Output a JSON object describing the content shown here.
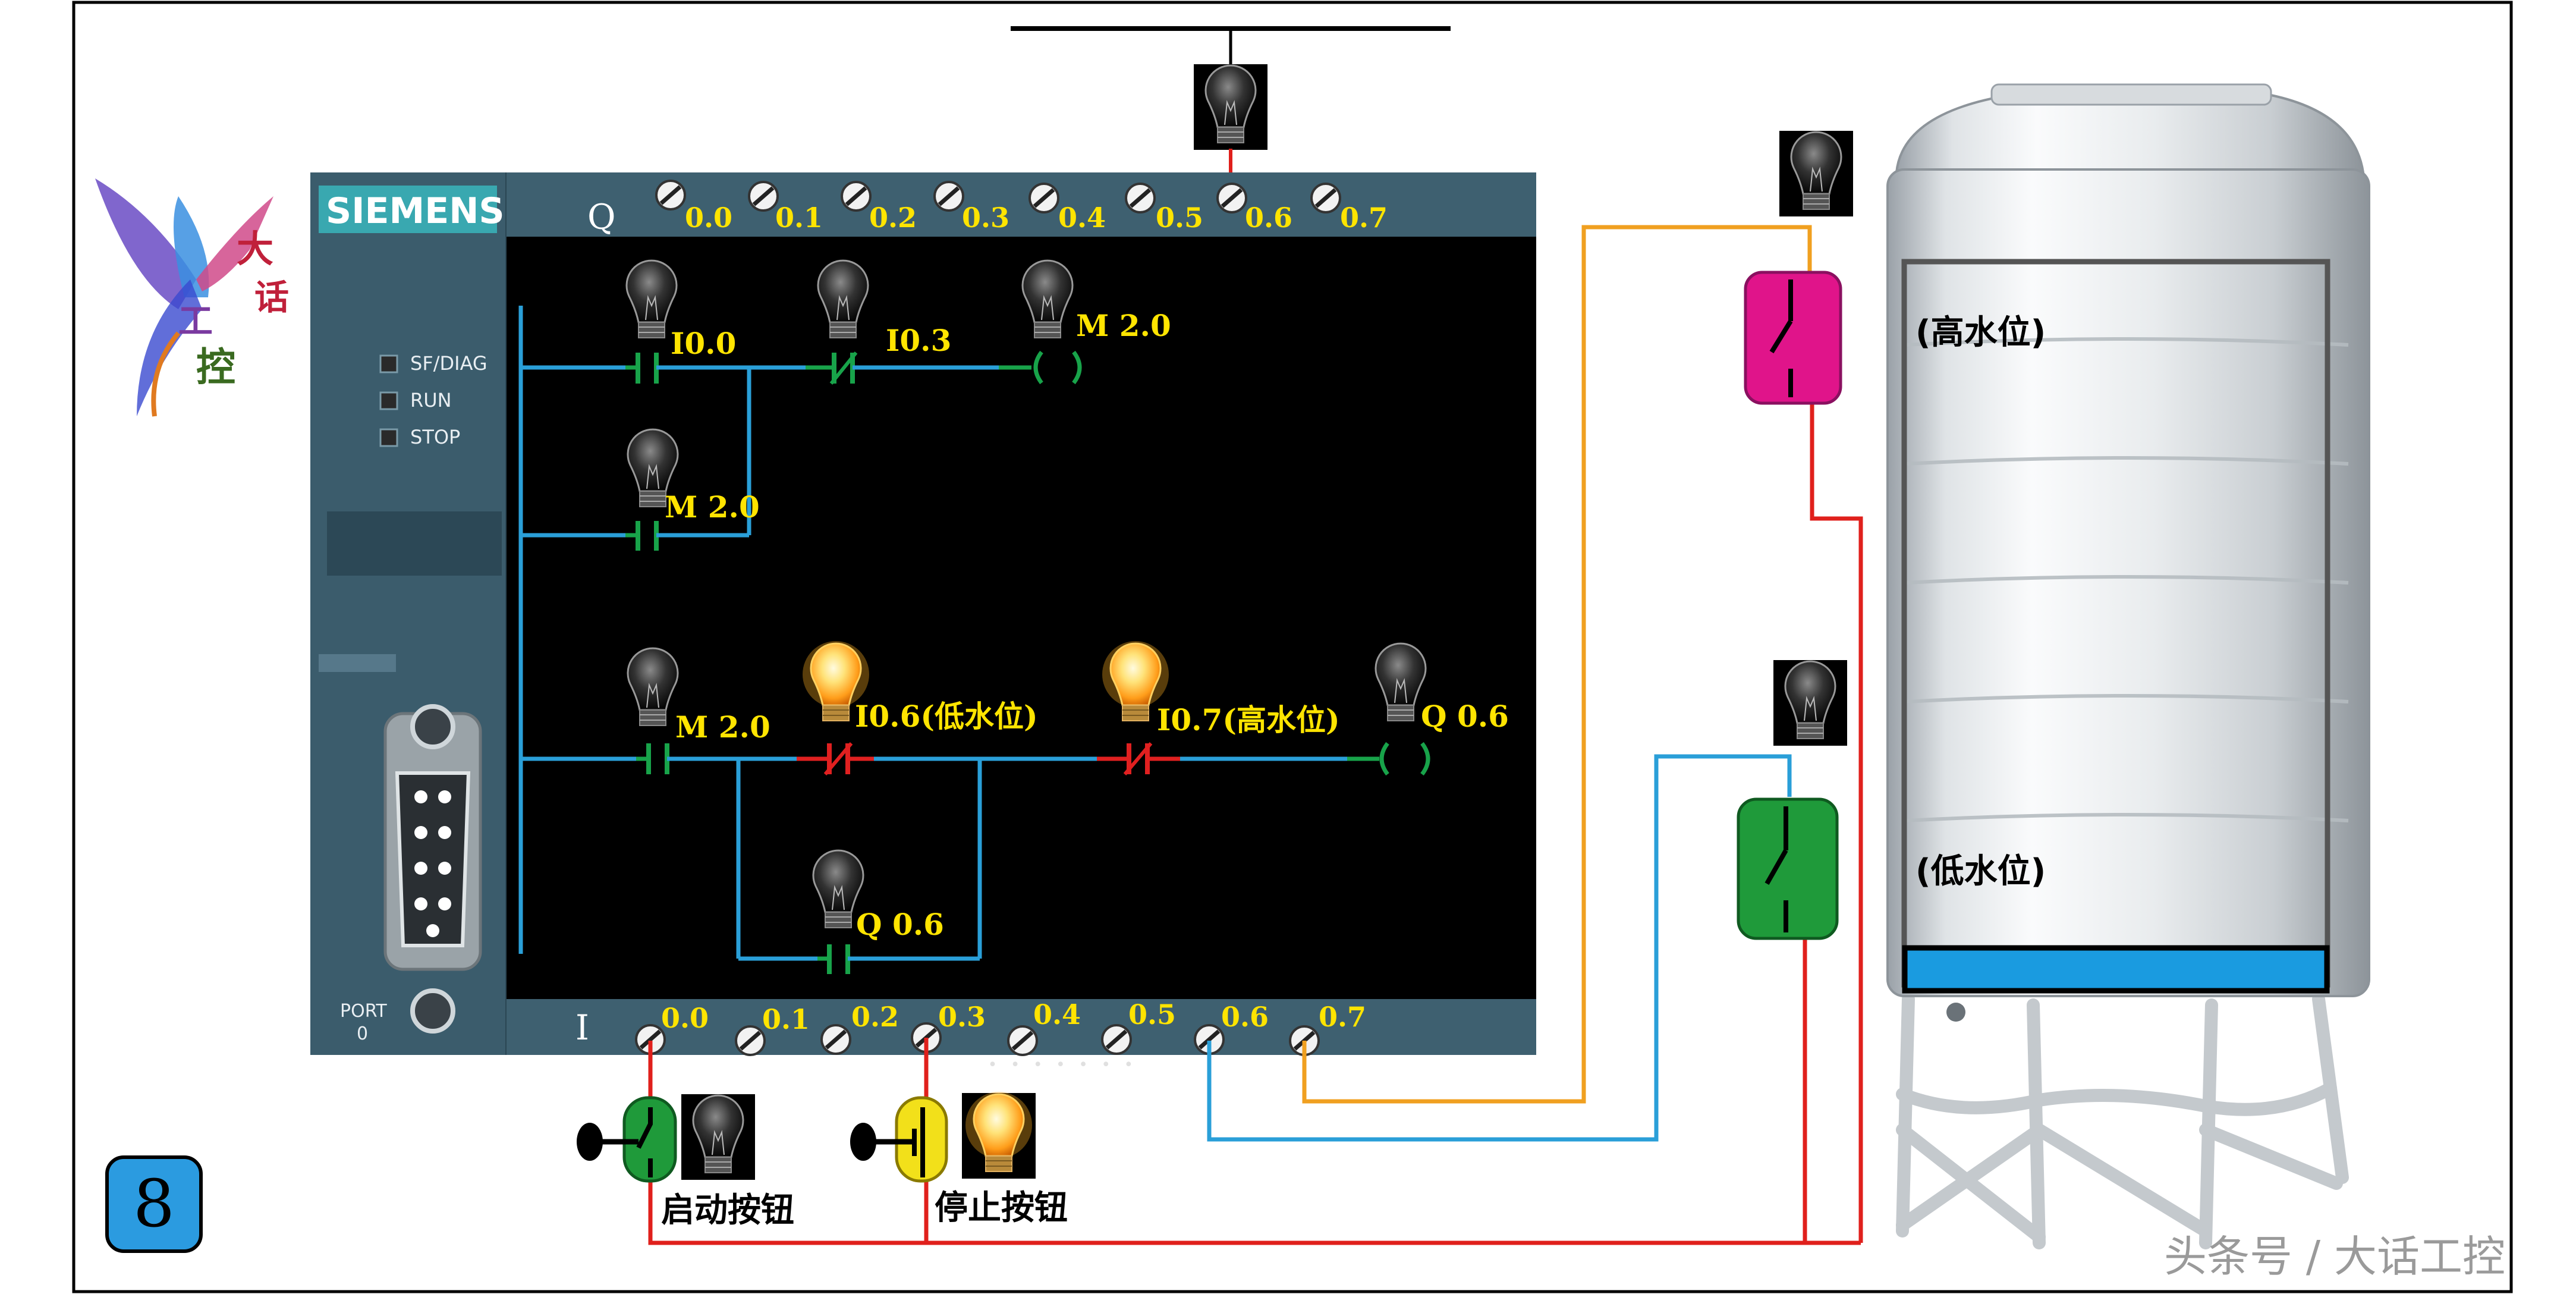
{
  "logo": {
    "text": [
      "大",
      "话",
      "工",
      "控"
    ]
  },
  "plc": {
    "brand": "SIEMENS",
    "status_leds": [
      "SF/DIAG",
      "RUN",
      "STOP"
    ],
    "port_label": [
      "PORT",
      "0"
    ],
    "output_row_label": "Q",
    "input_row_label": "I",
    "output_terminals": [
      "0.0",
      "0.1",
      "0.2",
      "0.3",
      "0.4",
      "0.5",
      "0.6",
      "0.7"
    ],
    "input_terminals": [
      "0.0",
      "0.1",
      "0.2",
      "0.3",
      "0.4",
      "0.5",
      "0.6",
      "0.7"
    ]
  },
  "ladder": {
    "rung1": {
      "contact_no": "I0.0",
      "contact_nc": "I0.3",
      "coil": "M 2.0"
    },
    "rung1_branch": {
      "contact_no": "M 2.0"
    },
    "rung2": {
      "contact_no": "M 2.0",
      "contact_nc_low": "I0.6(低水位)",
      "contact_nc_high": "I0.7(高水位)",
      "coil": "Q 0.6"
    },
    "rung2_branch": {
      "contact_no": "Q 0.6"
    }
  },
  "field": {
    "start_button": "启动按钮",
    "stop_button": "停止按钮",
    "tank_high": "(高水位)",
    "tank_low": "(低水位)"
  },
  "step_badge": "8",
  "watermark": "头条号 / 大话工控",
  "colors": {
    "plc_body": "#3f6272",
    "ladder_bg": "#000000",
    "rail": "#2a9fd8",
    "contact_no": "#18a34a",
    "contact_nc_active": "#e02020",
    "label_yellow": "#ffe400",
    "wire_red": "#e0201c",
    "wire_orange": "#f0a020",
    "wire_blue": "#2a9fd8",
    "switch_pink": "#e0148a",
    "switch_green": "#1f9a3a",
    "switch_yellow": "#f2e01a",
    "water": "#1a9be0",
    "badge": "#2b9be0"
  },
  "lamps": {
    "ladder_i00": "off",
    "ladder_i03": "off",
    "ladder_m20_coil": "off",
    "ladder_m20_branch": "off",
    "ladder_m20_rung2": "off",
    "ladder_i06": "on",
    "ladder_i07": "on",
    "ladder_q06_coil": "off",
    "ladder_q06_branch": "off",
    "output_q06": "off",
    "field_high_switch": "off",
    "field_low_switch": "off",
    "field_start": "off",
    "field_stop": "on"
  }
}
